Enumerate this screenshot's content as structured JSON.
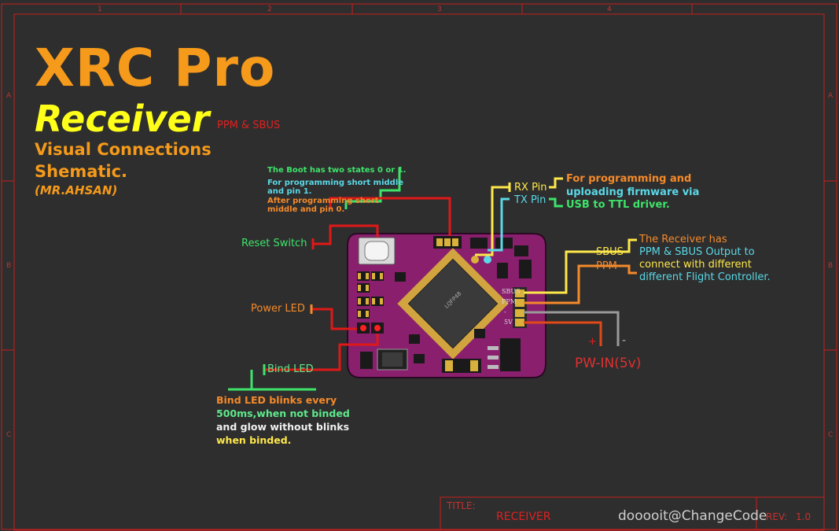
{
  "header": {
    "title": "XRC Pro",
    "subtitle": "Receiver",
    "tag": "PPM & SBUS",
    "line1": "Visual Connections",
    "line2": "Shematic.",
    "author": "(MR.AHSAN)"
  },
  "boot_note": [
    "The Boot has two states 0 or 1.",
    "For programming short middle",
    "and pin 1.",
    "After programming short",
    "middle and pin 0."
  ],
  "labels": {
    "reset_switch": "Reset Switch",
    "power_led": "Power LED",
    "bind_led": "Bind LED",
    "rx_pin": "RX Pin",
    "tx_pin": "TX Pin",
    "sbus": "SBUS",
    "ppm": "PPM",
    "pw_in": "PW-IN(5v)",
    "plus": "+",
    "minus": "-"
  },
  "firmware_note": [
    "For programming and",
    "uploading firmware via",
    "USB to TTL driver."
  ],
  "receiver_note": [
    "The Receiver has",
    "PPM & SBUS Output to",
    "connect with different",
    "different Flight Controller."
  ],
  "bind_note": [
    "Bind LED blinks every",
    "500ms,when not binded",
    "and glow without blinks",
    "when binded."
  ],
  "title_block": {
    "title_label": "TITLE:",
    "title_value": "RECEIVER",
    "rev_label": "REV:",
    "rev_value": "1.0",
    "watermark": "dooooit@ChangeCode"
  },
  "frame_coords": {
    "top": [
      "1",
      "2",
      "3",
      "4"
    ],
    "side": [
      "A",
      "B",
      "C"
    ]
  },
  "board": {
    "chip_text": "LQFP48",
    "pin_labels": [
      "SBUS",
      "PPM",
      "-",
      "5V"
    ]
  },
  "colors": {
    "background": "#2e2e2e",
    "frame": "#c81e1e",
    "board": "#8a1f6e",
    "accent_orange": "#f59a1a",
    "accent_yellow": "#ffff1a"
  }
}
